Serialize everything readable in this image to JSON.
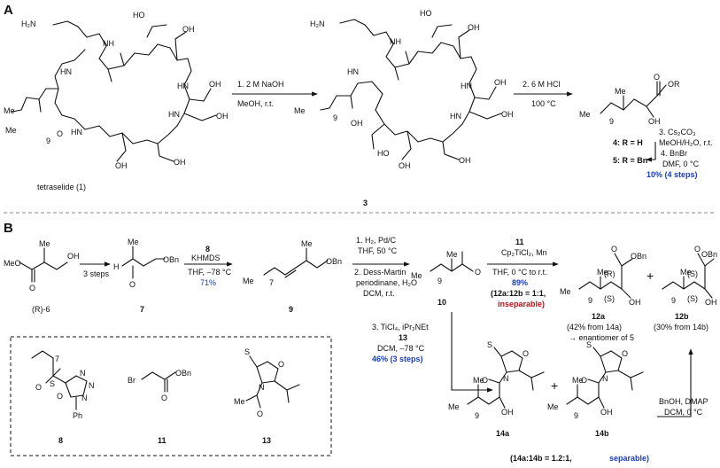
{
  "panels": {
    "a": "A",
    "b": "B"
  },
  "atoms": {
    "h2n": "H₂N",
    "ho": "HO",
    "oh": "OH",
    "nh": "NH",
    "hn": "HN",
    "hn2": "HN",
    "nh2": "NH",
    "o": "O",
    "n": "N",
    "h": "H",
    "me": "Me",
    "meo": "MeO",
    "bn_o": "OBn",
    "or": "OR",
    "s": "S",
    "br": "Br",
    "ph": "Ph",
    "n9": "9",
    "n7": "7",
    "r_lbl": "(R)",
    "s_lbl": "(S)"
  },
  "compounds": {
    "c1": "tetraselide (1)",
    "c3": "3",
    "c4": "4: R = H",
    "c5": "5: R = Bn",
    "r6": "(R)-6",
    "c7": "7",
    "c8": "8",
    "c9": "9",
    "c10": "10",
    "c11": "11",
    "c12a": "12a",
    "c12b": "12b",
    "c13": "13",
    "c14a": "14a",
    "c14b": "14b"
  },
  "conditions": {
    "a1_1": "1. 2 M NaOH",
    "a1_2": "MeOH, r.t.",
    "a2_1": "2. 6 M HCl",
    "a2_2": "100 °C",
    "a3_1": "3. Cs₂CO₃",
    "a3_2": "MeOH/H₂O, r.t.",
    "a3_3": "4. BnBr",
    "a3_4": "DMF, 0 °C",
    "a3_5": "10% (4 steps)",
    "b0_1": "3 steps",
    "b1_1": "8",
    "b1_2": "KHMDS",
    "b1_3": "THF, –78 °C",
    "b1_4": "71%",
    "b2_1": "1. H₂, Pd/C",
    "b2_2": "THF, 50 °C",
    "b2_3": "2. Dess-Martin",
    "b2_4": "periodinane, H₂O",
    "b2_5": "DCM, r.t.",
    "b3_1": "11",
    "b3_2": "Cp₂TiCl₂, Mn",
    "b3_3": "THF, 0 °C to r.t.",
    "b3_4": "89%",
    "b3_5": "(12a:12b = 1:1,",
    "b3_6": "inseparable)",
    "b4_1": "3. TiCl₄, iPr₂NEt",
    "b4_2": "13",
    "b4_3": "DCM, –78 °C",
    "b4_4": "46% (3 steps)",
    "b5_1": "BnOH, DMAP",
    "b5_2": "DCM, 0 °C"
  },
  "notes": {
    "y12a": "(42% from 14a)",
    "ent": "→ enantiomer of 5",
    "y12b": "(30% from 14b)",
    "ratio1": "(14a:14b = 1.2:1,",
    "ratio2": "separable)"
  },
  "plus": "+"
}
